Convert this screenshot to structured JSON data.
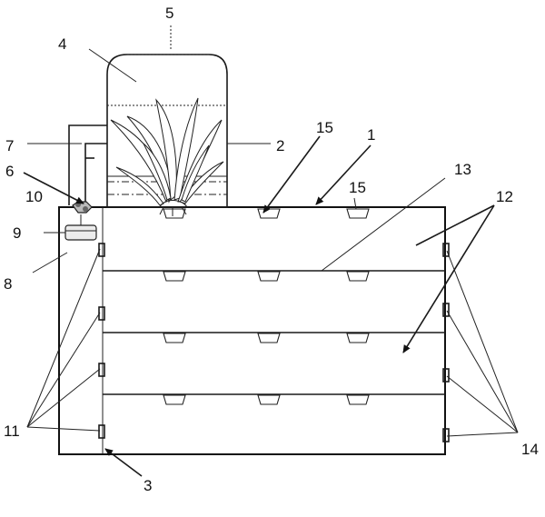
{
  "labels": {
    "l1": "1",
    "l2": "2",
    "l3": "3",
    "l4": "4",
    "l5": "5",
    "l6": "6",
    "l7": "7",
    "l8": "8",
    "l9": "9",
    "l10": "10",
    "l11": "11",
    "l12": "12",
    "l13": "13",
    "l14": "14",
    "l15a": "15",
    "l15b": "15"
  }
}
